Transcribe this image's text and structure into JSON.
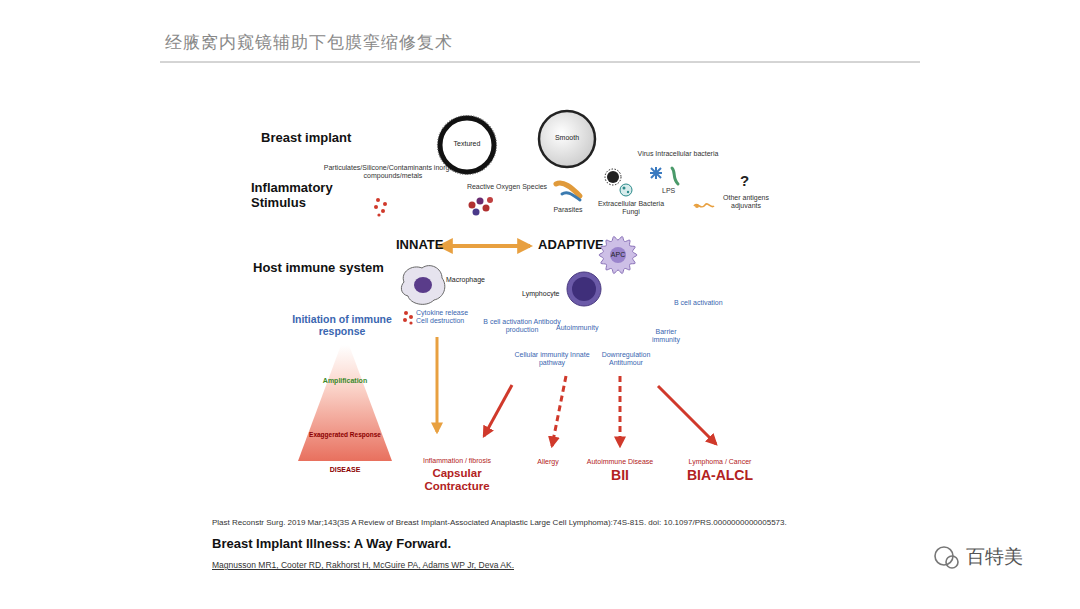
{
  "diagram": {
    "title": "经腋窝内窥镜辅助下包膜挛缩修复术",
    "nodes": [
      {
        "text": [
          "Textured"
        ]
      },
      {
        "text": [
          "Smooth"
        ]
      },
      {
        "text": [
          "Macrophage"
        ]
      },
      {
        "text": [
          "Lymphocyte"
        ]
      },
      {
        "text": [
          "APC"
        ]
      },
      {
        "text": [
          "Amplification",
          "Exaggerated Response",
          "DISEASE"
        ]
      }
    ],
    "labels": [
      "Breast implant",
      "Inflammatory Stimulus",
      "Particulates/Silicone/Contaminants inorganic compounds/metals",
      "Reactive Oxygen Species",
      "Parasites",
      "Extracellular Bacteria Fungi",
      "Virus Intracellular bacteria",
      "LPS",
      "?",
      "Other antigens adjuvants",
      "INNATE",
      "ADAPTIVE",
      "Host immune system",
      "Cytokine release Cell destruction",
      "B cell activation Antibody production",
      "Autoimmunity",
      "B cell activation",
      "Barrier immunity",
      "Initiation of immune response",
      "Cellular immunity Innate pathway",
      "Downregulation Antitumour",
      "Inflammation / fibrosis",
      "Capsular Contracture",
      "Allergy",
      "Autoimmune Disease",
      "BII",
      "Lymphoma / Cancer",
      "BIA-ALCL",
      "Plast Reconstr Surg. 2019 Mar;143(3S A Review of Breast Implant-Associated Anaplastic Large Cell Lymphoma):74S-81S. doi: 10.1097/PRS.0000000000005573.",
      "Breast Implant Illness: A Way Forward.",
      "Magnusson MR1, Cooter RD, Rakhorst H, McGuire PA, Adams WP Jr, Deva AK.",
      "百特美"
    ]
  }
}
